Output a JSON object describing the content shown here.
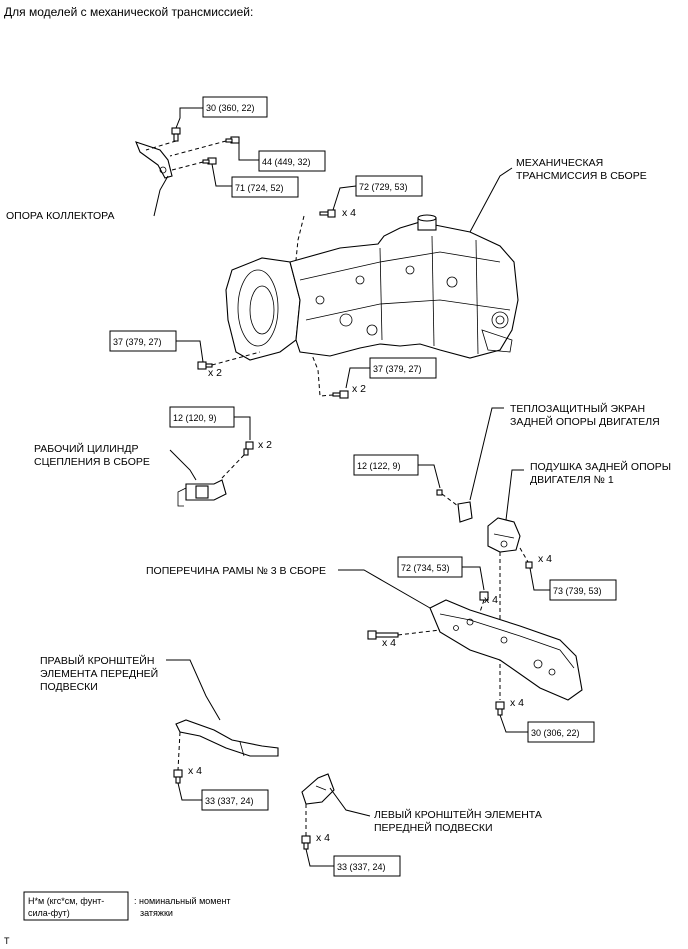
{
  "header": "Для моделей с механической трансмиссией:",
  "labels": {
    "collector_support": "ОПОРА КОЛЛЕКТОРА",
    "transmission_l1": "МЕХАНИЧЕСКАЯ",
    "transmission_l2": "ТРАНСМИССИЯ В СБОРЕ",
    "heat_shield_l1": "ТЕПЛОЗАЩИТНЫЙ ЭКРАН",
    "heat_shield_l2": "ЗАДНЕЙ ОПОРЫ ДВИГАТЕЛЯ",
    "clutch_cyl_l1": "РАБОЧИЙ ЦИЛИНДР",
    "clutch_cyl_l2": "СЦЕПЛЕНИЯ В СБОРЕ",
    "rear_mount_l1": "ПОДУШКА ЗАДНЕЙ ОПОРЫ",
    "rear_mount_l2": "ДВИГАТЕЛЯ № 1",
    "crossmember": "ПОПЕРЕЧИНА РАМЫ № 3 В СБОРЕ",
    "right_bracket_l1": "ПРАВЫЙ КРОНШТЕЙН",
    "right_bracket_l2": "ЭЛЕМЕНТА ПЕРЕДНЕЙ",
    "right_bracket_l3": "ПОДВЕСКИ",
    "left_bracket_l1": "ЛЕВЫЙ КРОНШТЕЙН ЭЛЕМЕНТА",
    "left_bracket_l2": "ПЕРЕДНЕЙ ПОДВЕСКИ"
  },
  "torques": {
    "t_30_360": "30 (360, 22)",
    "t_44_449": "44 (449, 32)",
    "t_71_724": "71 (724, 52)",
    "t_72_729": "72 (729, 53)",
    "t_37_379_a": "37 (379, 27)",
    "t_37_379_b": "37 (379, 27)",
    "t_12_120": "12 (120, 9)",
    "t_12_122": "12 (122, 9)",
    "t_72_734": "72 (734, 53)",
    "t_73_739": "73 (739, 53)",
    "t_30_306": "30 (306, 22)",
    "t_33_337_a": "33 (337, 24)",
    "t_33_337_b": "33 (337, 24)"
  },
  "multipliers": {
    "m1": "x 4",
    "m2": "x 2",
    "m3": "x 2",
    "m4": "x 2",
    "m5": "x 4",
    "m6": "x 4",
    "m7": "x 4",
    "m8": "x 4",
    "m9": "x 4",
    "m10": "x 4"
  },
  "legend": {
    "box_l1": "Н*м (кгс*см, фунт-",
    "box_l2": "сила-фут)",
    "desc_l1": ": номинальный момент",
    "desc_l2": "затяжки"
  },
  "footer": "T"
}
